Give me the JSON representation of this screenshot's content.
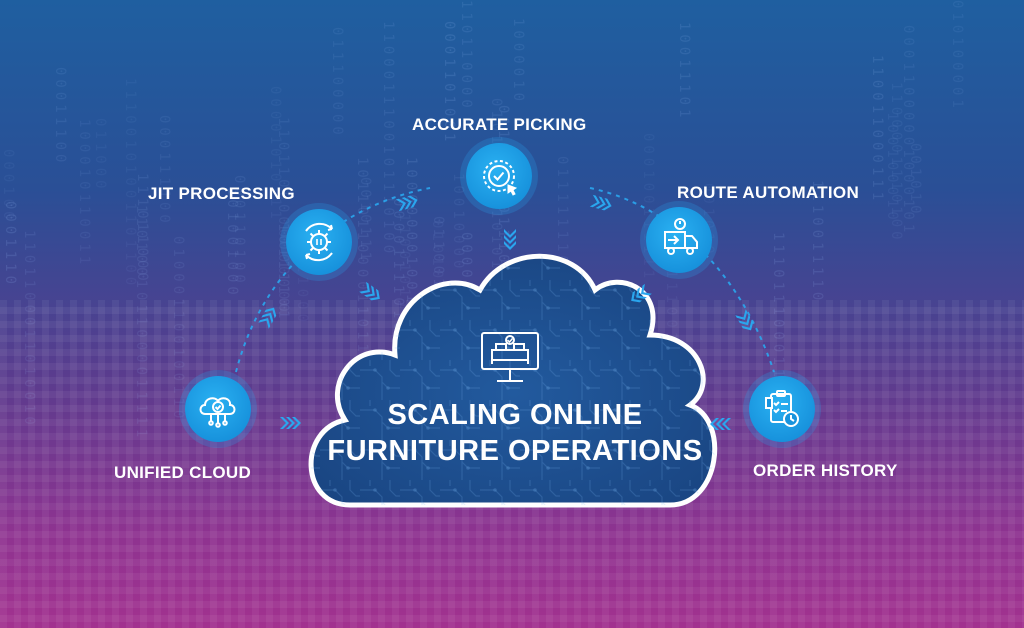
{
  "cloud": {
    "title_line1": "SCALING ONLINE",
    "title_line2": "FURNITURE OPERATIONS",
    "icon": "monitor-bed-icon"
  },
  "nodes": [
    {
      "label": "UNIFIED CLOUD",
      "icon": "cloud-check-icon"
    },
    {
      "label": "JIT PROCESSING",
      "icon": "gear-cycle-icon"
    },
    {
      "label": "ACCURATE PICKING",
      "icon": "target-check-icon"
    },
    {
      "label": "ROUTE AUTOMATION",
      "icon": "delivery-truck-icon"
    },
    {
      "label": "ORDER HISTORY",
      "icon": "clipboard-clock-icon"
    }
  ],
  "colors": {
    "node_fill": "#1893dd",
    "arrow": "#2aa6ee",
    "cloud_fill": "#1f4f8f",
    "cloud_border": "#ffffff"
  }
}
